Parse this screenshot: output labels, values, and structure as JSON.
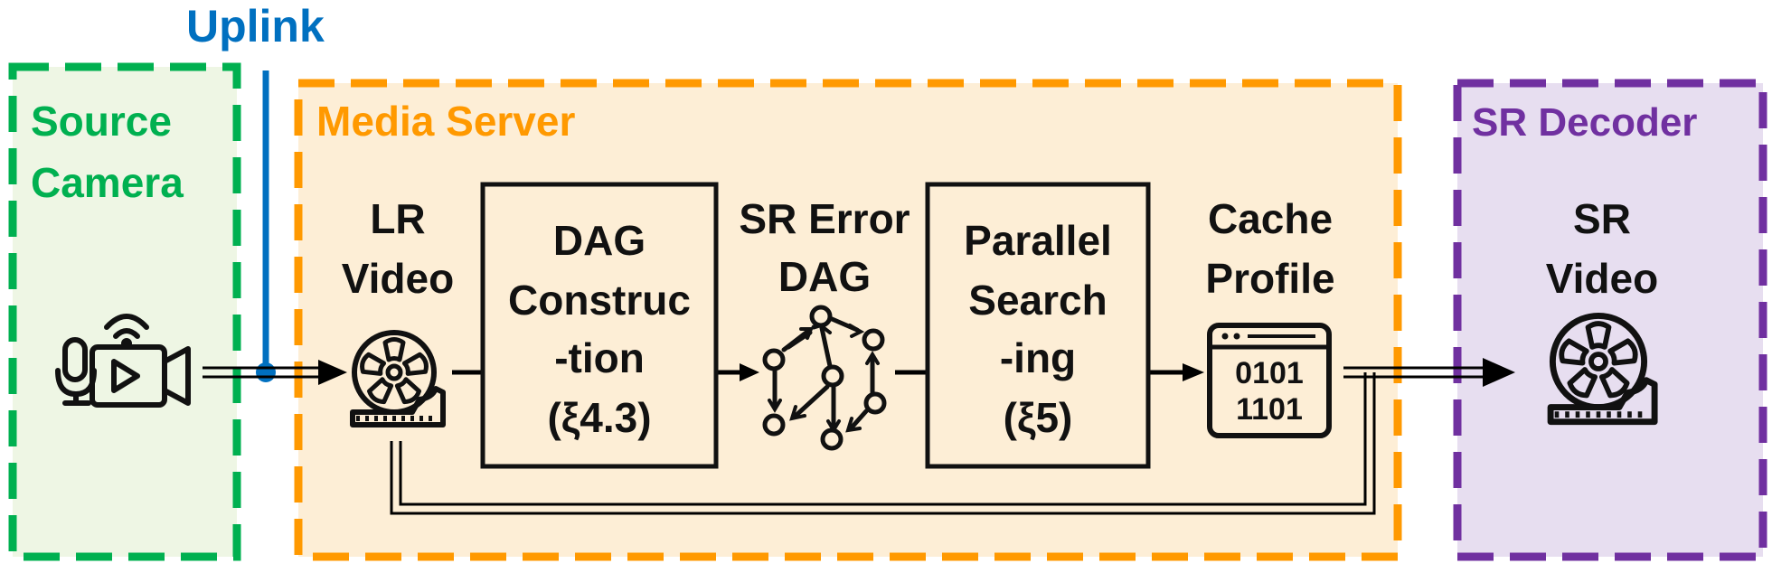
{
  "uplink": {
    "label": "Uplink",
    "color": "#0070c0"
  },
  "source_camera": {
    "line1": "Source",
    "line2": "Camera",
    "color": "#00b050",
    "fill": "#eef6e4"
  },
  "media_server": {
    "title": "Media Server",
    "color": "#ff9900",
    "fill": "#fdeed6"
  },
  "sr_decoder": {
    "title": "SR Decoder",
    "color": "#7030a0",
    "fill": "#e7def0"
  },
  "lr_video": {
    "line1": "LR",
    "line2": "Video"
  },
  "dag_construction": {
    "line1": "DAG",
    "line2": "Construc",
    "line3": "-tion",
    "line4": "(ξ4.3)"
  },
  "sr_error_dag": {
    "line1": "SR Error",
    "line2": "DAG"
  },
  "parallel_searching": {
    "line1": "Parallel",
    "line2": "Search",
    "line3": "-ing",
    "line4": "(ξ5)"
  },
  "cache_profile": {
    "line1": "Cache",
    "line2": "Profile",
    "row1": "0101",
    "row2": "1101"
  },
  "sr_video": {
    "line1": "SR",
    "line2": "Video"
  },
  "icons": {
    "camera": "video-camera-icon",
    "film_reel": "film-reel-icon",
    "dag_graph": "dag-graph-icon",
    "cache_window": "binary-window-icon"
  }
}
